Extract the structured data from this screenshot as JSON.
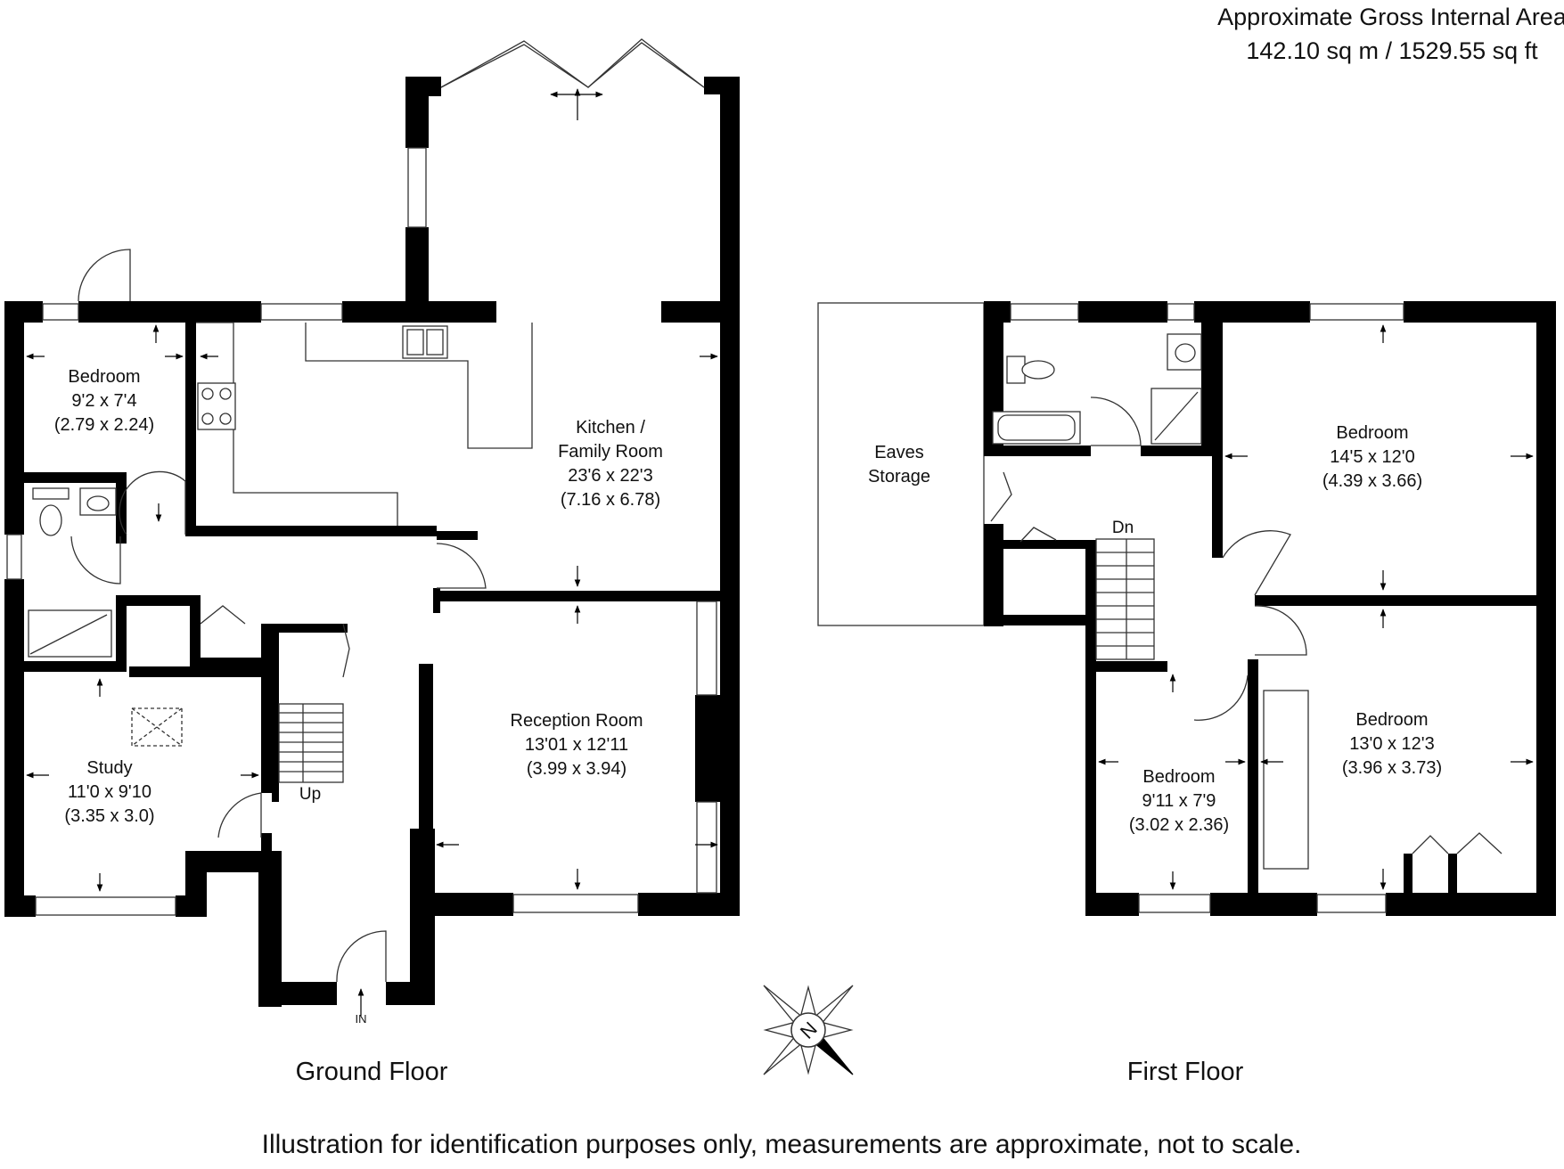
{
  "area_title": "Approximate Gross Internal Area",
  "area_value": "142.10 sq m / 1529.55 sq ft",
  "ground_floor": {
    "label": "Ground Floor",
    "rooms": [
      {
        "name": "Bedroom",
        "dims": "9'2 x 7'4",
        "metric": "(2.79 x 2.24)"
      },
      {
        "name": "Kitchen /",
        "name2": "Family Room",
        "dims": "23'6 x 22'3",
        "metric": "(7.16 x 6.78)"
      },
      {
        "name": "Reception Room",
        "dims": "13'01 x 12'11",
        "metric": "(3.99 x 3.94)"
      },
      {
        "name": "Study",
        "dims": "11'0 x 9'10",
        "metric": "(3.35 x 3.0)"
      }
    ],
    "stair_label": "Up",
    "entrance_label": "IN"
  },
  "first_floor": {
    "label": "First Floor",
    "rooms": [
      {
        "name": "Eaves",
        "name2": "Storage"
      },
      {
        "name": "Bedroom",
        "dims": "14'5 x 12'0",
        "metric": "(4.39 x 3.66)"
      },
      {
        "name": "Bedroom",
        "dims": "13'0 x 12'3",
        "metric": "(3.96 x 3.73)"
      },
      {
        "name": "Bedroom",
        "dims": "9'11 x 7'9",
        "metric": "(3.02 x 2.36)"
      }
    ],
    "stair_label": "Dn"
  },
  "compass_label": "N",
  "disclaimer": "Illustration for identification purposes only, measurements are approximate, not to scale."
}
